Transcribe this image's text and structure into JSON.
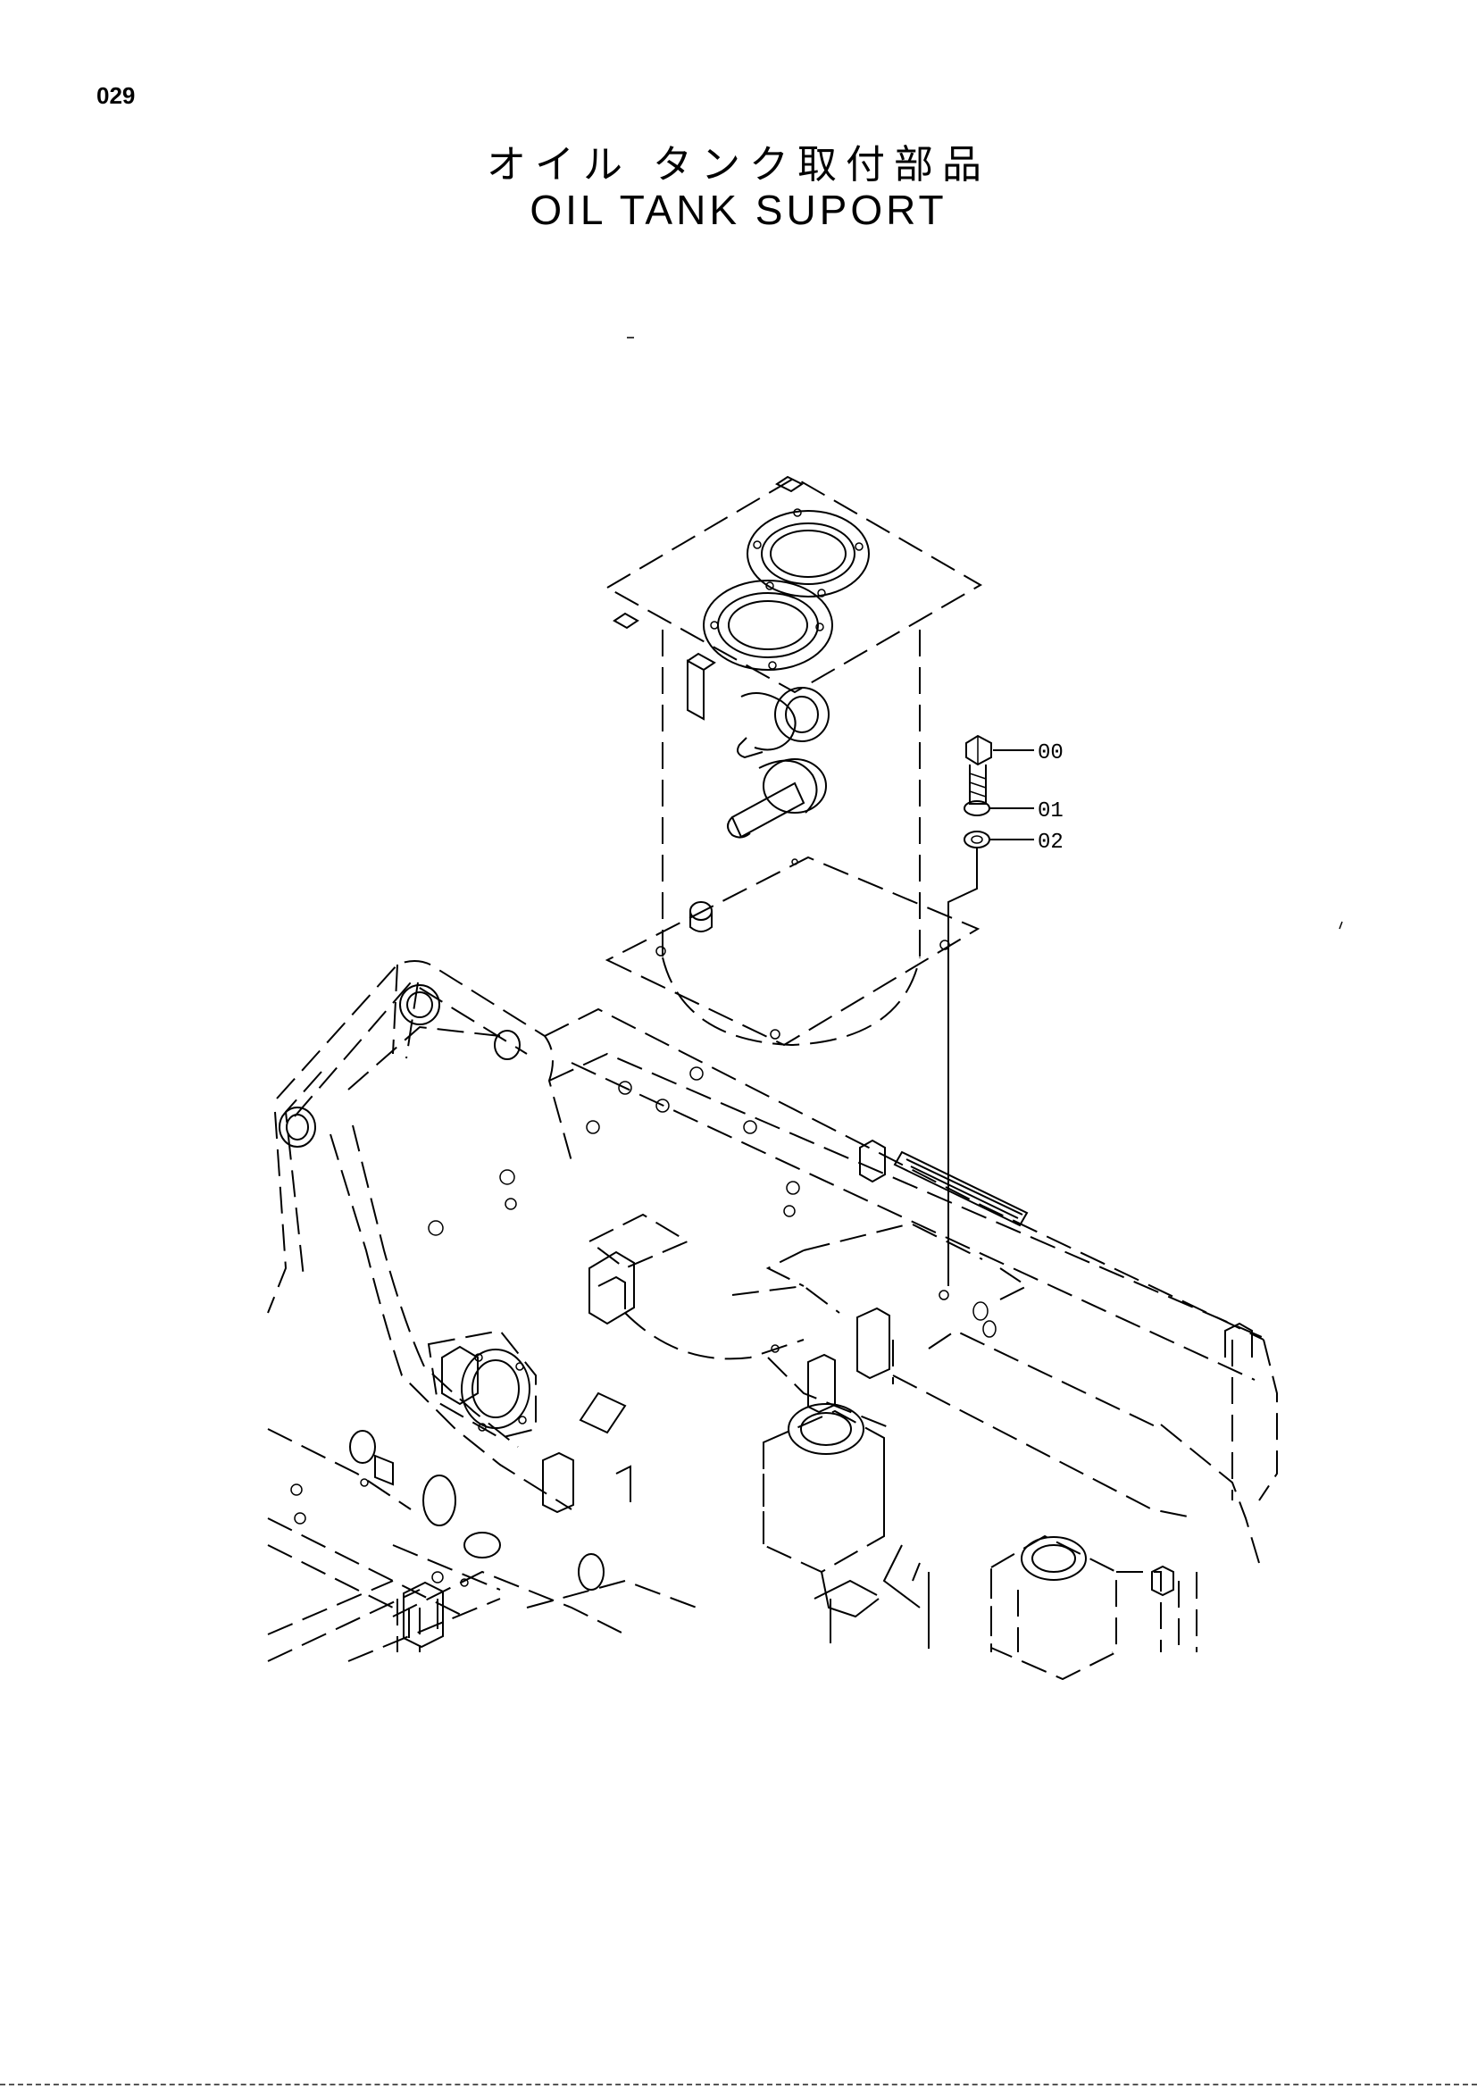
{
  "page": {
    "number": "029"
  },
  "title": {
    "japanese": "オイル タンク取付部品",
    "english": "OIL TANK SUPORT"
  },
  "callouts": [
    {
      "id": "00",
      "part": "bolt-icon"
    },
    {
      "id": "01",
      "part": "spring-washer-icon"
    },
    {
      "id": "02",
      "part": "flat-washer-icon"
    }
  ]
}
